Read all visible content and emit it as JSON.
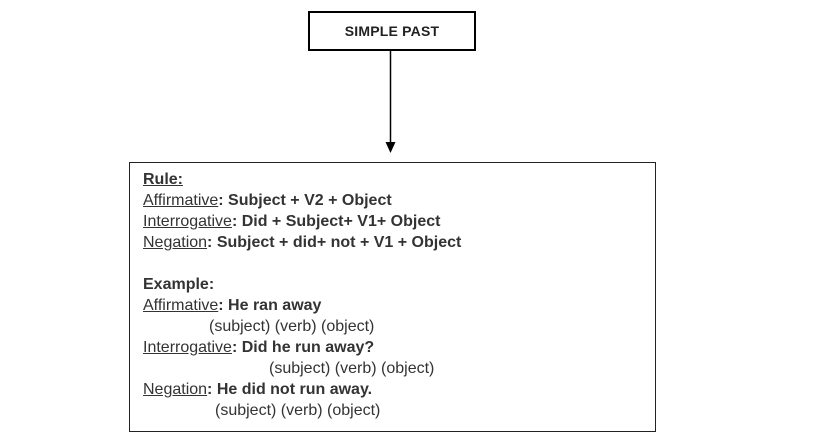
{
  "title": "SIMPLE PAST",
  "rule": {
    "heading": "Rule:",
    "affirmative": {
      "label": "Affirmative",
      "sep": ":",
      "formula": " Subject + V2 + Object"
    },
    "interrogative": {
      "label": "Interrogative",
      "sep": ":",
      "formula": " Did + Subject+ V1+ Object"
    },
    "negation": {
      "label": "Negation",
      "sep": ":",
      "formula": " Subject + did+ not + V1 + Object"
    }
  },
  "example": {
    "heading": "Example:",
    "affirmative": {
      "label": "Affirmative",
      "sep": ":",
      "sentence": " He ran away",
      "parts": "(subject) (verb) (object)"
    },
    "interrogative": {
      "label": "Interrogative",
      "sep": ":",
      "sentence": " Did he run away?",
      "parts": "(subject) (verb) (object)"
    },
    "negation": {
      "label": "Negation",
      "sep": ":",
      "sentence": " He did not run away.",
      "parts": "(subject) (verb) (object)"
    }
  }
}
